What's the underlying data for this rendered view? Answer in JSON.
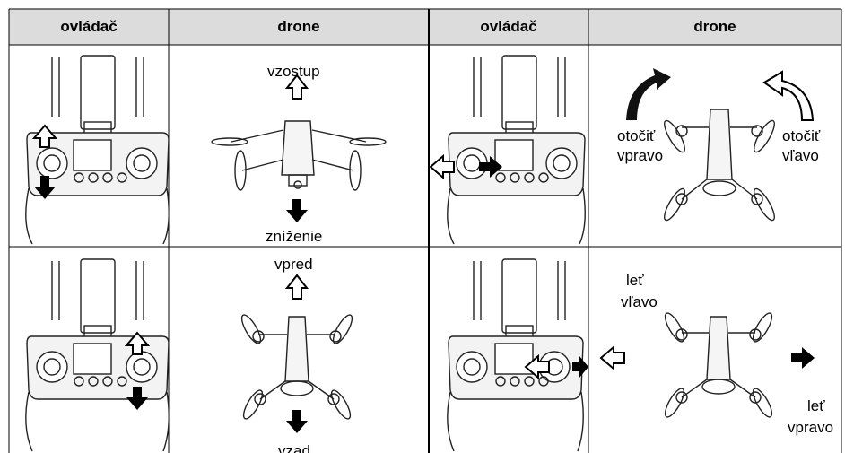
{
  "headers": [
    "ovládač",
    "drone",
    "ovládač",
    "drone"
  ],
  "labels": {
    "r1_ascend": "vzostup",
    "r1_descend": "zníženie",
    "r1_turn_right_1": "otočiť",
    "r1_turn_right_2": "vpravo",
    "r1_turn_left_1": "otočiť",
    "r1_turn_left_2": "vľavo",
    "r2_forward": "vpred",
    "r2_backward": "vzad",
    "r2_fly_left_1": "leť",
    "r2_fly_left_2": "vľavo",
    "r2_fly_right_1": "leť",
    "r2_fly_right_2": "vpravo"
  },
  "icons": [
    "remote-controller-icon",
    "drone-icon",
    "arrow-up-icon",
    "arrow-down-icon",
    "arrow-left-icon",
    "arrow-right-icon",
    "curved-arrow-icon"
  ],
  "colors": {
    "header_bg": "#dcdcdc",
    "border": "#000000",
    "ink": "#222222"
  }
}
